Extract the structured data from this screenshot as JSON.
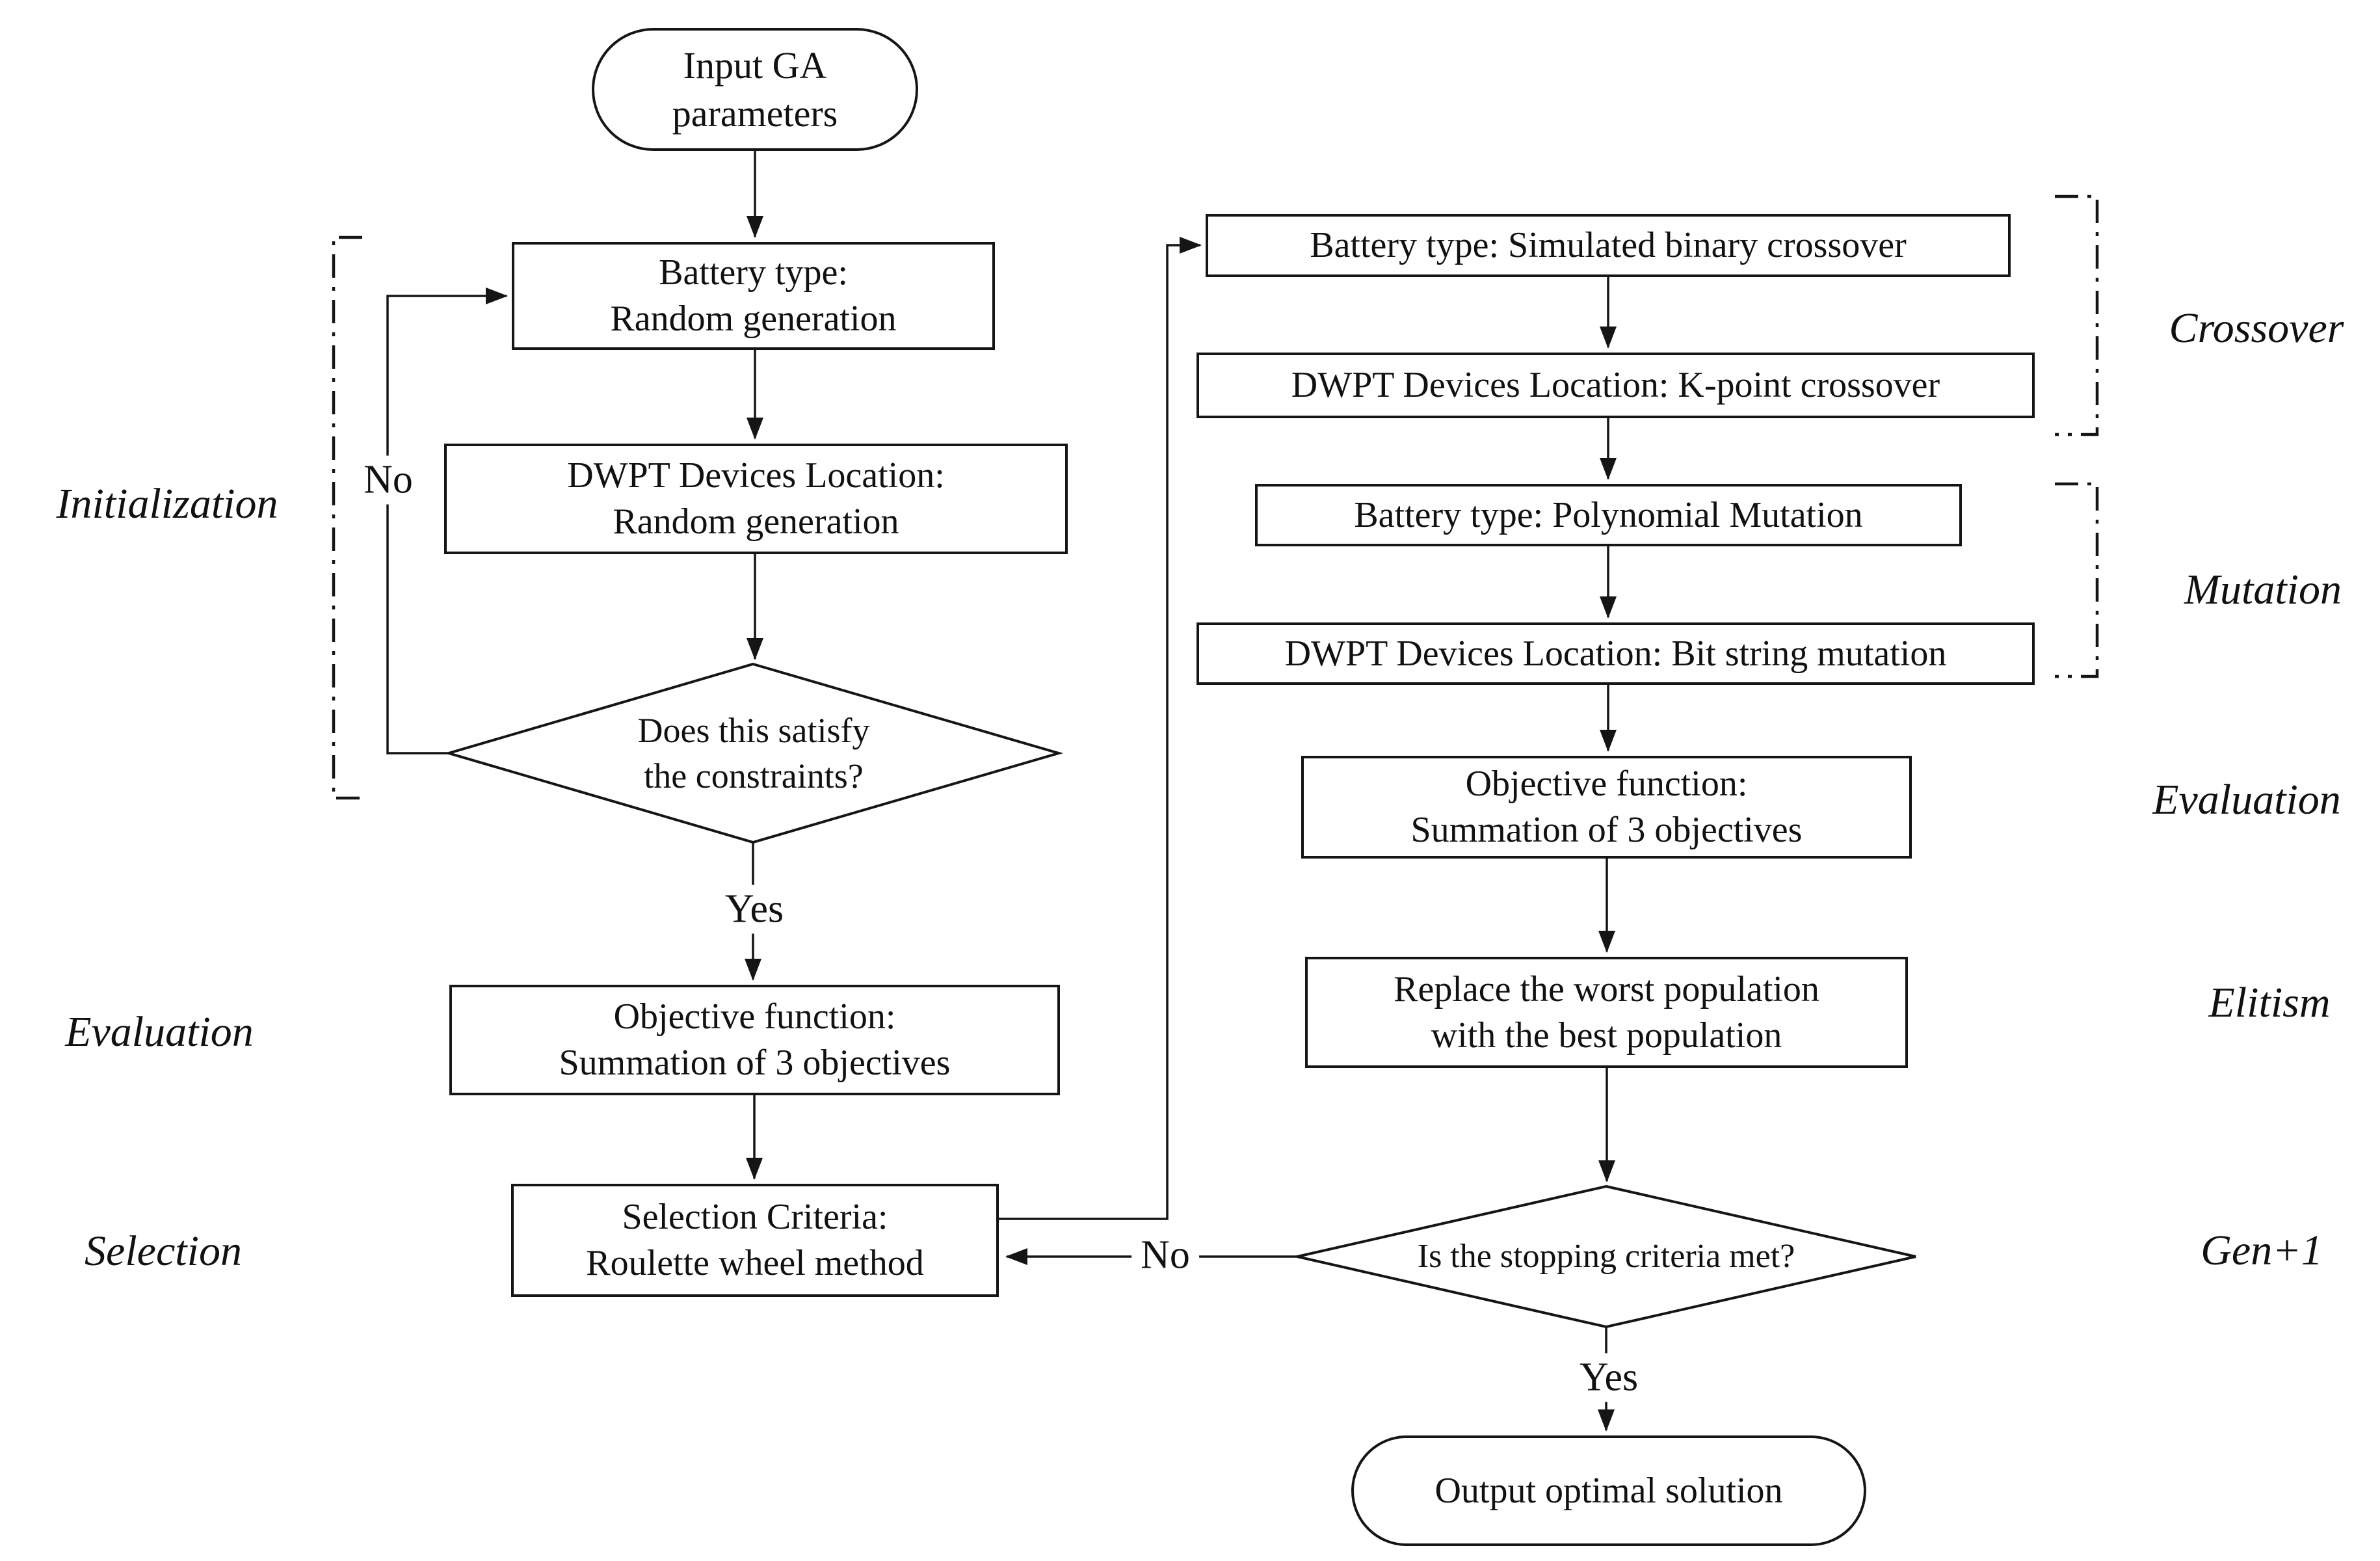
{
  "diagram": {
    "nodes": {
      "input": {
        "shape": "stadium",
        "lines": [
          "Input GA",
          "parameters"
        ]
      },
      "battery_random": {
        "shape": "rect",
        "lines": [
          "Battery type:",
          "Random generation"
        ]
      },
      "dwpt_random": {
        "shape": "rect",
        "lines": [
          "DWPT Devices Location:",
          "Random generation"
        ]
      },
      "constraints_decision": {
        "shape": "diamond",
        "lines": [
          "Does this satisfy",
          "the constraints?"
        ]
      },
      "objective_left": {
        "shape": "rect",
        "lines": [
          "Objective function:",
          "Summation of 3 objectives"
        ]
      },
      "selection_criteria": {
        "shape": "rect",
        "lines": [
          "Selection Criteria:",
          "Roulette wheel method"
        ]
      },
      "crossover_battery": {
        "shape": "rect",
        "lines": [
          "Battery type: Simulated binary crossover"
        ]
      },
      "crossover_dwpt": {
        "shape": "rect",
        "lines": [
          "DWPT Devices Location: K-point crossover"
        ]
      },
      "mutation_battery": {
        "shape": "rect",
        "lines": [
          "Battery type: Polynomial Mutation"
        ]
      },
      "mutation_dwpt": {
        "shape": "rect",
        "lines": [
          "DWPT Devices Location: Bit string mutation"
        ]
      },
      "objective_right": {
        "shape": "rect",
        "lines": [
          "Objective function:",
          "Summation of 3 objectives"
        ]
      },
      "elitism_replace": {
        "shape": "rect",
        "lines": [
          "Replace the worst population",
          "with the best population"
        ]
      },
      "stopping_decision": {
        "shape": "diamond",
        "lines": [
          "Is the stopping criteria met?"
        ]
      },
      "output": {
        "shape": "stadium",
        "lines": [
          "Output optimal solution"
        ]
      }
    },
    "edge_labels": {
      "constraints_yes": "Yes",
      "constraints_no": "No",
      "stopping_yes": "Yes",
      "stopping_no": "No"
    },
    "stage_labels": {
      "initialization": "Initialization",
      "evaluation_left": "Evaluation",
      "selection_left": "Selection",
      "crossover": "Crossover",
      "mutation": "Mutation",
      "evaluation_right": "Evaluation",
      "elitism": "Elitism",
      "gen_plus_1": "Gen+1"
    },
    "colors": {
      "stroke": "#151515",
      "background": "#ffffff",
      "text": "#111111"
    }
  }
}
